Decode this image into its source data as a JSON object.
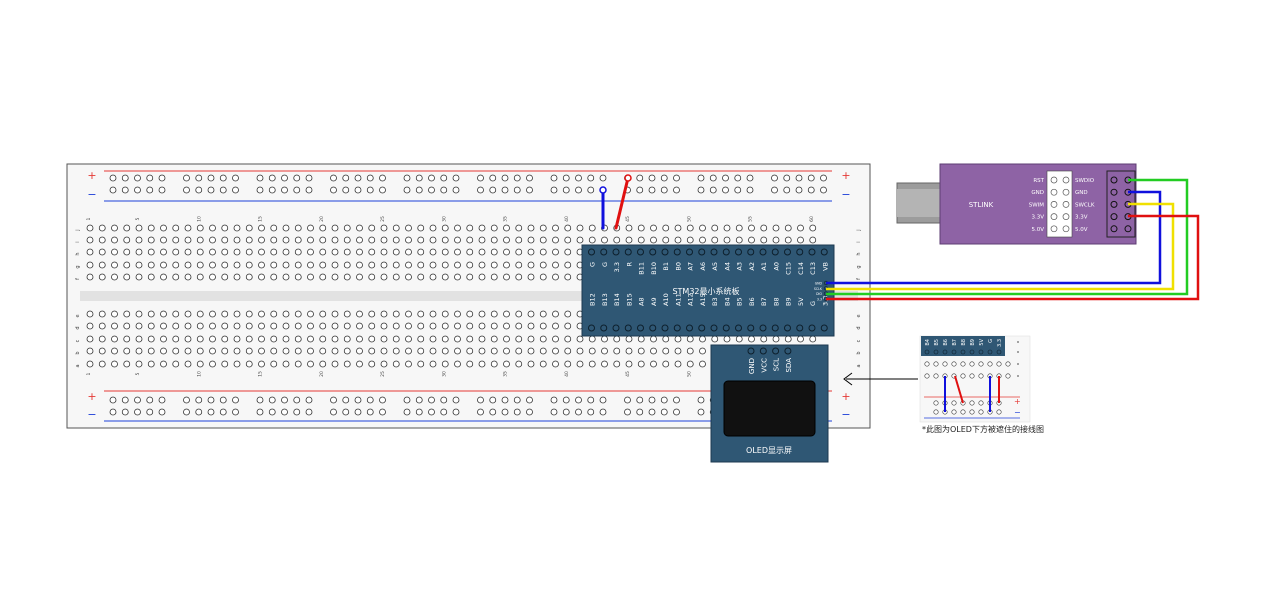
{
  "breadboard": {
    "plus": "+",
    "minus": "−",
    "col_numbers": [
      "1",
      "5",
      "10",
      "15",
      "20",
      "25",
      "30",
      "35",
      "40",
      "45",
      "50",
      "55",
      "60"
    ],
    "row_letters_top": [
      "j",
      "i",
      "h",
      "g",
      "f"
    ],
    "row_letters_bottom": [
      "e",
      "d",
      "c",
      "b",
      "a"
    ]
  },
  "stm32": {
    "title": "STM32最小系统板",
    "top_pins": [
      "G",
      "G",
      "3.3",
      "R",
      "B11",
      "B10",
      "B1",
      "B0",
      "A7",
      "A6",
      "A5",
      "A4",
      "A3",
      "A2",
      "A1",
      "A0",
      "C15",
      "C14",
      "C13",
      "VB"
    ],
    "bottom_pins": [
      "B12",
      "B13",
      "B14",
      "B15",
      "A8",
      "A9",
      "A10",
      "A11",
      "A12",
      "A15",
      "B3",
      "B4",
      "B5",
      "B6",
      "B7",
      "B8",
      "B9",
      "5V",
      "G",
      "3.3"
    ],
    "side_pins": [
      "GND",
      "SCLK",
      "DIO",
      "3.3"
    ]
  },
  "stlink": {
    "title": "STLINK",
    "left_labels": [
      "RST",
      "GND",
      "SWIM",
      "3.3V",
      "5.0V"
    ],
    "right_labels": [
      "SWDIO",
      "GND",
      "SWCLK",
      "3.3V",
      "5.0V"
    ]
  },
  "oled": {
    "title": "OLED显示屏",
    "pins": [
      "GND",
      "VCC",
      "SCL",
      "SDA"
    ]
  },
  "inset": {
    "pins": [
      "B4",
      "B5",
      "B6",
      "B7",
      "B8",
      "B9",
      "5V",
      "G",
      "3.3"
    ],
    "note": "*此图为OLED下方被遮住的接线图"
  },
  "colors": {
    "board_bg": "#f7f7f7",
    "rail_red": "#e53935",
    "rail_blue": "#1e40d8",
    "pcb": "#2f5774",
    "stlink": "#8e63a5",
    "wire_green": "#22cc22",
    "wire_blue": "#1010dd",
    "wire_yellow": "#f0e000",
    "wire_red": "#e01010"
  }
}
